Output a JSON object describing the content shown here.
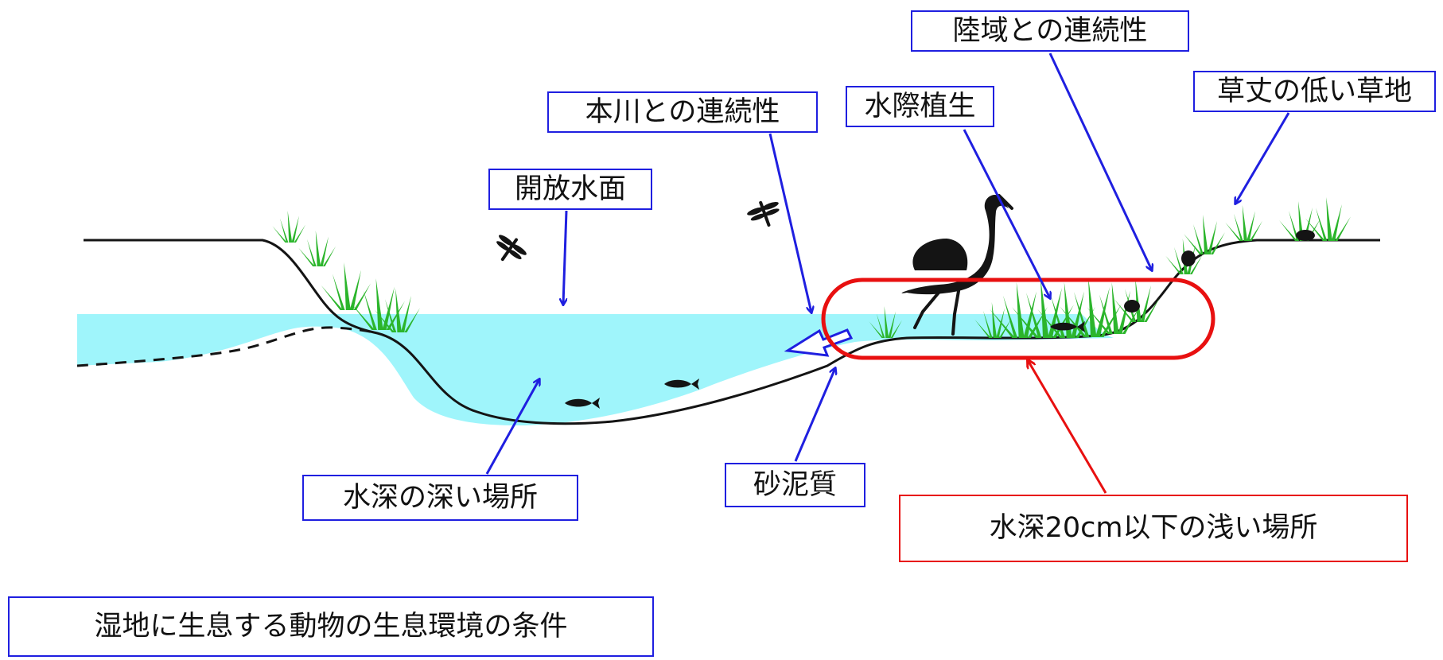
{
  "labels": {
    "riku_renzoku": "陸域との連続性",
    "sochi": "草丈の低い草地",
    "honsen": "本川との連続性",
    "mizugiwa": "水際植生",
    "kaiho": "開放水面",
    "fukai": "水深の深い場所",
    "sadei": "砂泥質",
    "asai": "水深20cm以下の浅い場所",
    "caption": "湿地に生息する動物の生息環境の条件"
  },
  "colors": {
    "water": "#9ff5fb",
    "pointer_blue": "#1f1fe0",
    "highlight_red": "#e81010",
    "vegetation": "#2bb52b",
    "silhouette": "#141414"
  }
}
